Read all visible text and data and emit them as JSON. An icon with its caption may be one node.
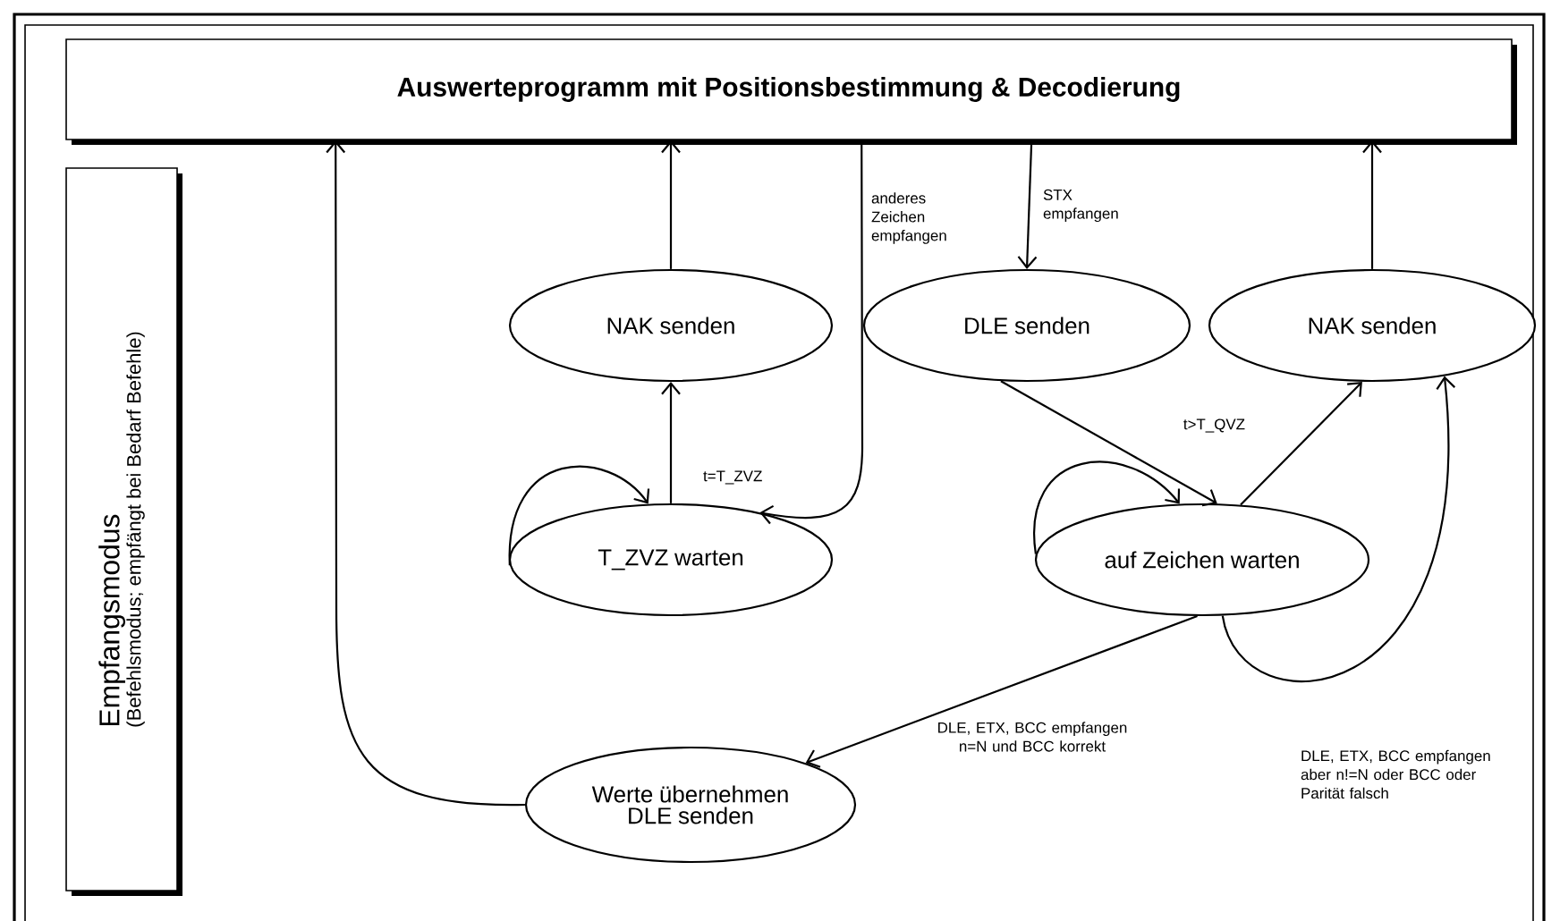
{
  "diagram": {
    "nodes": [
      {
        "text": [
          "Auswerteprogramm mit Positionsbestimmung & Decodierung"
        ]
      },
      {
        "text": [
          "Empfangsmodus",
          "(Befehlsmodus; empfängt bei Bedarf Befehle)"
        ]
      },
      {
        "text": [
          "NAK senden"
        ]
      },
      {
        "text": [
          "DLE senden"
        ]
      },
      {
        "text": [
          "NAK senden"
        ]
      },
      {
        "text": [
          "T_ZVZ warten"
        ]
      },
      {
        "text": [
          "auf Zeichen warten"
        ]
      },
      {
        "text": [
          "Werte übernehmen DLE senden"
        ]
      }
    ],
    "edges": [
      {
        "from": 2,
        "to": 0,
        "arrow": "to"
      },
      {
        "from": 4,
        "to": 0,
        "arrow": "to"
      },
      {
        "from": 7,
        "to": 0,
        "arrow": "to"
      },
      {
        "from": 0,
        "to": 5,
        "arrow": "to",
        "label": "anderes Zeichen empfangen"
      },
      {
        "from": 0,
        "to": 3,
        "arrow": "to",
        "label": "STX empfangen"
      },
      {
        "from": 5,
        "to": 2,
        "arrow": "to",
        "label": "t=T_ZVZ"
      },
      {
        "from": 5,
        "to": 5,
        "arrow": "to"
      },
      {
        "from": 3,
        "to": 6,
        "arrow": "to"
      },
      {
        "from": 6,
        "to": 6,
        "arrow": "to"
      },
      {
        "from": 6,
        "to": 4,
        "arrow": "to",
        "label": "t>T_QVZ"
      },
      {
        "from": 6,
        "to": 4,
        "arrow": "to",
        "label": "DLE, ETX, BCC empfangen aber n!=N oder BCC oder Parität falsch"
      },
      {
        "from": 6,
        "to": 7,
        "arrow": "to",
        "label": "DLE, ETX, BCC empfangen n=N und BCC korrekt"
      }
    ]
  }
}
